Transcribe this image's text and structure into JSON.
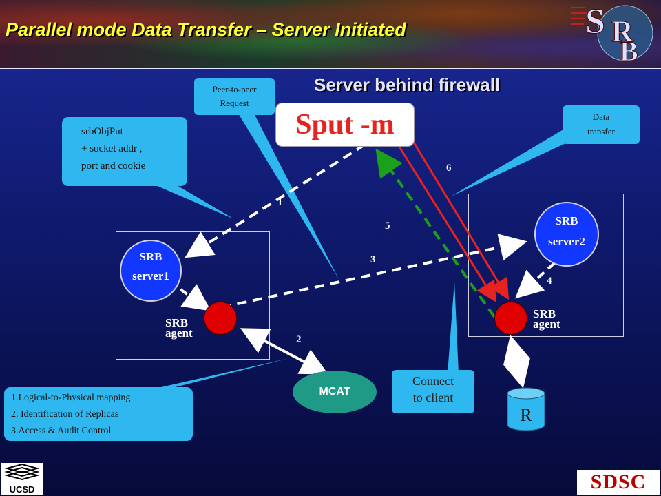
{
  "title": "Parallel mode Data Transfer – Server Initiated",
  "subtitle": "Server behind firewall",
  "command": "Sput -m",
  "logo": {
    "letters": [
      "S",
      "R",
      "B"
    ]
  },
  "callouts": {
    "srbobjput": [
      "srbObjPut",
      "+ socket addr ,",
      "port and cookie"
    ],
    "peer": [
      "Peer-to-peer",
      "Request"
    ],
    "data_transfer": [
      "Data",
      "transfer"
    ],
    "connect": [
      "Connect",
      "to client"
    ],
    "mcat_funcs": [
      "1.Logical-to-Physical mapping",
      "2. Identification of Replicas",
      "3.Access & Audit Control"
    ]
  },
  "nodes": {
    "server1": [
      "SRB",
      "server1"
    ],
    "server2": [
      "SRB",
      "server2"
    ],
    "agent1": [
      "SRB",
      "agent"
    ],
    "agent2": [
      "SRB",
      "agent"
    ],
    "mcat": "MCAT",
    "resource": "R"
  },
  "steps": [
    "1",
    "2",
    "3",
    "4",
    "5",
    "6"
  ],
  "footer": {
    "ucsd": "UCSD",
    "sdsc": "SDSC"
  },
  "colors": {
    "title": "#ffff33",
    "callout": "#2fb8ef",
    "server": "#1238ff",
    "agent": "#e00000",
    "mcat": "#1f9a86",
    "dashed_green": "#1aa01a",
    "arrow_red": "#e8231f"
  }
}
